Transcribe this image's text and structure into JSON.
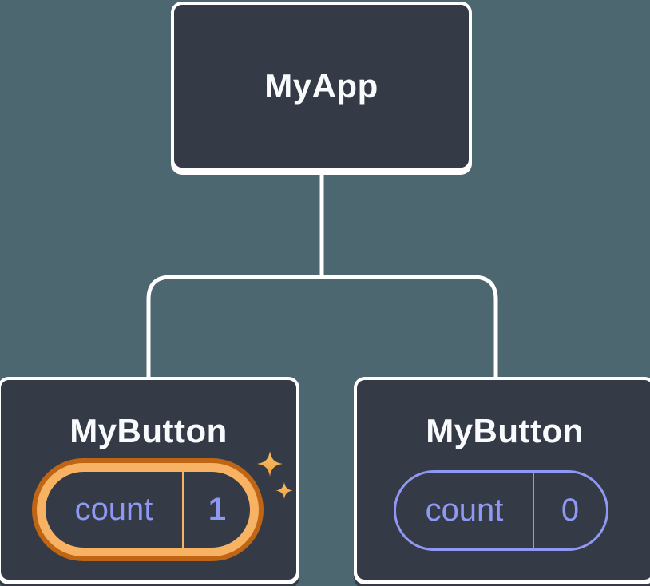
{
  "diagram": {
    "type": "component-tree",
    "tree": {
      "root": {
        "label": "MyApp"
      },
      "children": [
        {
          "label": "MyButton",
          "state": {
            "key": "count",
            "value": "1"
          },
          "highlighted": true,
          "decoration": "sparkles-icon"
        },
        {
          "label": "MyButton",
          "state": {
            "key": "count",
            "value": "0"
          },
          "highlighted": false
        }
      ]
    },
    "colors": {
      "background": "#4d6770",
      "node_fill": "#343b47",
      "node_border": "#ffffff",
      "title_text": "#f8fafc",
      "state_accent": "#8f98f3",
      "highlight_ring": "#f8b263",
      "highlight_ring_outline": "#bf6514",
      "sparkle": "#f7b156"
    }
  }
}
